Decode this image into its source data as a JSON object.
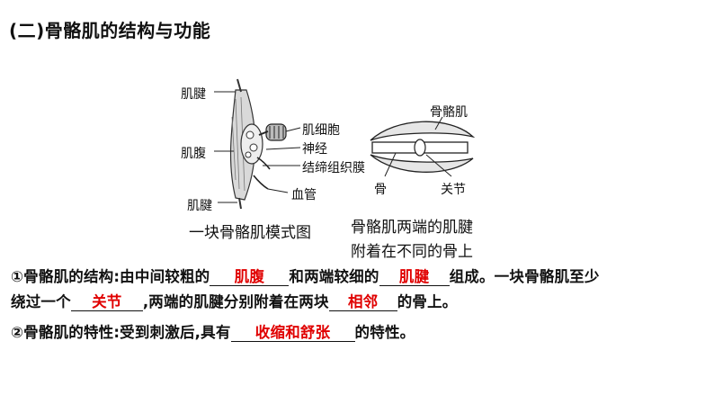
{
  "title": "(二)骨骼肌的结构与功能",
  "figure_left": {
    "labels": [
      "肌腱",
      "肌腹",
      "肌腱",
      "肌细胞",
      "神经",
      "结缔组织膜",
      "血管"
    ],
    "caption": "一块骨骼肌模式图"
  },
  "figure_right": {
    "labels": [
      "骨骼肌",
      "骨",
      "关节"
    ],
    "caption_line1": "骨骼肌两端的肌腱",
    "caption_line2": "附着在不同的骨上"
  },
  "q1": {
    "prefix": "①骨骼肌的结构:由中间较粗的",
    "answer1": "肌腹",
    "mid": "和两端较细的",
    "answer2": "肌腱",
    "suffix": "组成。一块骨骼肌至少"
  },
  "q1b": {
    "prefix": "绕过一个",
    "answer3": "关节",
    "mid": ",两端的肌腱分别附着在两块",
    "answer4": "相邻",
    "suffix": "的骨上。"
  },
  "q2": {
    "prefix": "②骨骼肌的特性:受到刺激后,具有",
    "answer5": "收缩和舒张",
    "suffix": "的特性。"
  },
  "colors": {
    "answer": "#e00000",
    "text": "#111111"
  }
}
